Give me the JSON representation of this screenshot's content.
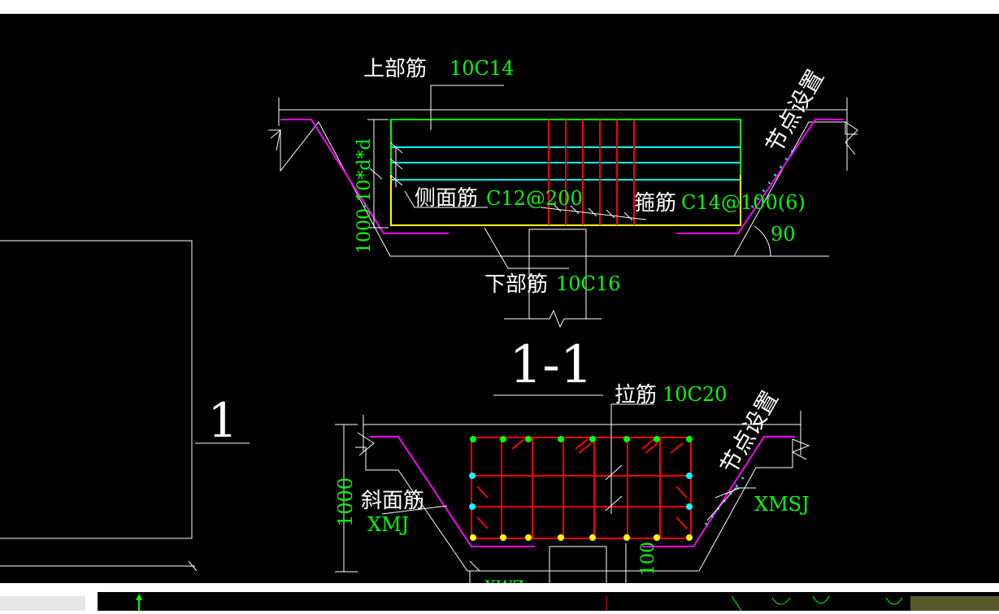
{
  "drawing": {
    "section_title": "1-1",
    "upper_label": "上部筋",
    "upper_value": "10C14",
    "side_label": "侧面筋",
    "side_value": "C12@200",
    "stirrup_label": "箍筋",
    "stirrup_value": "C14@100(6)",
    "lower_label": "下部筋",
    "lower_value": "10C16",
    "node_label_top": "节点设置",
    "node_label_bottom": "节点设置",
    "angle_value": "90",
    "depth_label_top": "1000-10*d*d",
    "section_marker": "1",
    "tie_label": "拉筋",
    "tie_value": "10C20",
    "slope_label": "斜面筋",
    "slope_value": "XMJ",
    "slope_node_value": "XMSJ",
    "depth_value": "1000",
    "dim_bottom_small": "100",
    "bottom_cut_label": "XWZ"
  },
  "colors": {
    "background": "#000000",
    "white": "#ffffff",
    "green": "#00ff00",
    "cyan": "#00ffff",
    "red": "#ff0000",
    "magenta": "#ff00ff",
    "yellow": "#ffff00"
  }
}
